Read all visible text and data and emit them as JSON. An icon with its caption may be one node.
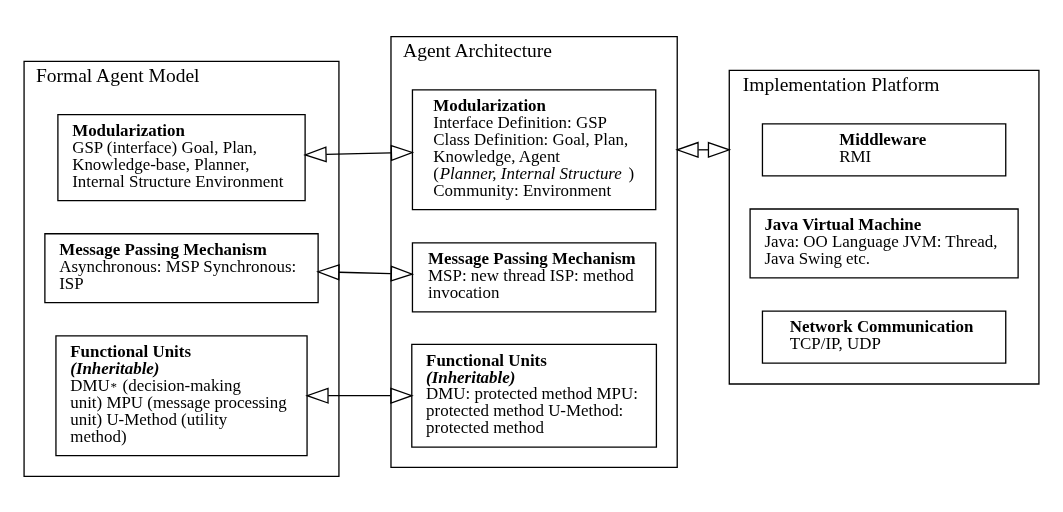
{
  "diagram": {
    "nodes": [
      {
        "text": [
          "Formal Agent Model"
        ]
      },
      {
        "text": [
          "Modularization",
          "GSP (interface) Goal, Plan, Knowledge-base, Planner, Internal Structure Environment"
        ],
        "in": 0
      },
      {
        "text": [
          "Message Passing Mechanism",
          "Asynchronous: MSP Synchronous: ISP"
        ],
        "in": 0
      },
      {
        "text": [
          "Functional Units *(Inheritable)*",
          "DMU$^{*}$ (decision-making unit) MPU (message processing unit) U-Method (utility method)"
        ],
        "in": 0
      },
      {
        "text": [
          "Agent Architecture"
        ]
      },
      {
        "text": [
          "Modularization",
          "Interface Definition: GSP Class Definition: Goal, Plan, Knowledge, Agent (*Planner, Internal Structure*) Community: Environment"
        ],
        "in": 4
      },
      {
        "text": [
          "Message Passing Mechanism",
          "MSP: new thread ISP: method invocation"
        ],
        "in": 4
      },
      {
        "text": [
          "Functional Units *(Inheritable)*",
          "DMU: protected method MPU: protected method U-Method: protected method"
        ],
        "in": 4
      },
      {
        "text": [
          "Implementation Platform"
        ]
      },
      {
        "text": [
          "Middleware",
          "RMI"
        ],
        "in": 8
      },
      {
        "text": [
          "Java Virtual Machine",
          "Java: OO Language JVM: Thread, Java Swing etc."
        ],
        "in": 8
      },
      {
        "text": [
          "Network Communication",
          "TCP/IP, UDP"
        ],
        "in": 8
      }
    ],
    "edges": [
      {
        "from": 1,
        "to": 5,
        "arrow": "both"
      },
      {
        "from": 2,
        "to": 6,
        "arrow": "both"
      },
      {
        "from": 3,
        "to": 7,
        "arrow": "both"
      },
      {
        "from": 4,
        "to": 8,
        "arrow": "both"
      }
    ]
  }
}
